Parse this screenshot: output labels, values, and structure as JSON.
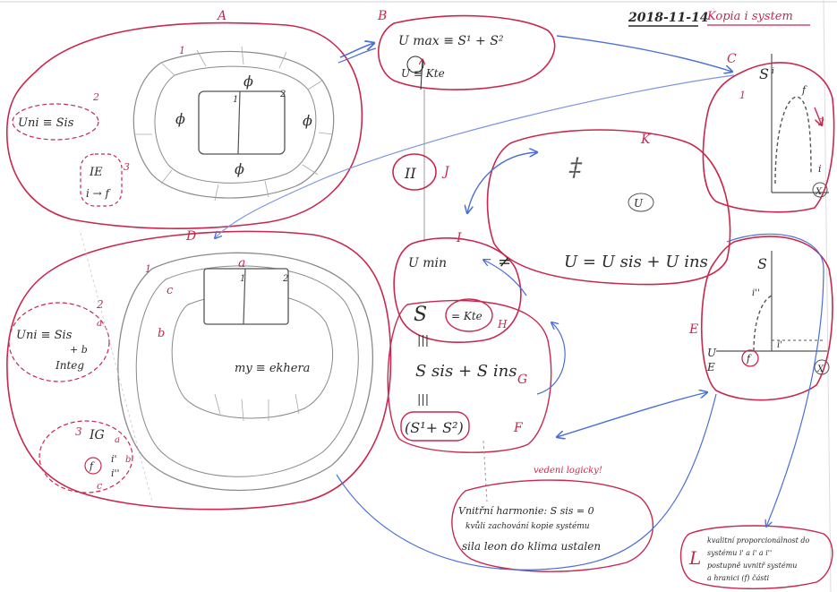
{
  "header": {
    "date": "2018-11-14",
    "title": "Kopia i system"
  },
  "colors": {
    "paper": "#ffffff",
    "red_ink": "#c8284e",
    "blue_ink": "#4a6fd6",
    "pencil": "#8a8a8a",
    "black_ink": "#2a2a2a"
  },
  "region_a": {
    "letter": "A",
    "marker_1": "1",
    "marker_2": "2",
    "marker_3": "3",
    "uni": "Uni ≡ Sis",
    "phi": "ϕ",
    "cell_1": "1",
    "cell_2": "2",
    "ie_line1": "IE",
    "ie_line2": "i → f"
  },
  "region_b": {
    "letter": "B",
    "formula": "U max ≡ S¹ + S²",
    "formula2": "U ≡ Kte"
  },
  "region_c": {
    "letter": "C",
    "axis": "S",
    "axis_sub": "i",
    "marker_1": "1",
    "marker_2": "2",
    "label_f": "f",
    "label_i": "i",
    "label_x": "X"
  },
  "region_d": {
    "letter": "D",
    "marker_1": "1",
    "marker_2": "2",
    "marker_3": "3",
    "sub_a": "a",
    "sub_b": "b",
    "sub_c": "c",
    "uni": "Uni ≡ Sis",
    "uni_a": "a",
    "uni_b": "+ b",
    "integ": "Integ",
    "my": "my ≡ ekhera",
    "ig": "IG",
    "ig_a": "a",
    "f_label": "f",
    "i_prime": "i'",
    "i_b": "b",
    "i_dprime": "i''",
    "c_label": "c"
  },
  "region_e": {
    "letter": "E",
    "axis": "S",
    "label_u": "U",
    "label_e": "E",
    "label_f": "f",
    "label_i1": "i'",
    "label_i2": "i''",
    "label_x": "X"
  },
  "chain": {
    "j_letter": "J",
    "j_symbol": "II",
    "i_letter": "I",
    "i_formula": "U min",
    "h_letter": "H",
    "h_formula": "S",
    "h_const": "= Kte",
    "g_letter": "G",
    "g_formula": "S sis + S ins",
    "f_letter": "F",
    "f_formula": "(S¹+ S²)",
    "equiv": "|||"
  },
  "region_k": {
    "letter": "K",
    "symbol": "‡",
    "u_small": "U",
    "neq": "≠",
    "equation": "U = U sis + U ins"
  },
  "notes": {
    "red_note": "vedeni logicky!",
    "bubble_line1": "Vnitřní harmonie: S sis = 0",
    "bubble_line2": "kvůli zachování kopie systému",
    "bubble_line3": "sila leon do klima ustalen"
  },
  "region_l": {
    "letter": "L",
    "line1": "kvalitní proporcionálnost do",
    "line2": "systému i' a i' a i''",
    "line3": "postupně uvnitř systému",
    "line4": "a hranici (f) části"
  }
}
